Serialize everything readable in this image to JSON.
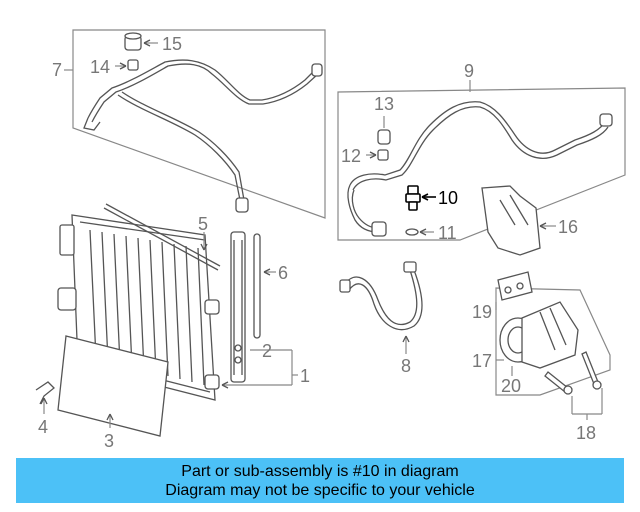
{
  "callouts": {
    "c1": "1",
    "c2": "2",
    "c3": "3",
    "c4": "4",
    "c5": "5",
    "c6": "6",
    "c7": "7",
    "c8": "8",
    "c9": "9",
    "c10": "10",
    "c11": "11",
    "c12": "12",
    "c13": "13",
    "c14": "14",
    "c15": "15",
    "c16": "16",
    "c17": "17",
    "c18": "18",
    "c19": "19",
    "c20": "20"
  },
  "highlighted_part": "10",
  "colors": {
    "banner": "#4cc1f7",
    "line": "#555555",
    "callout": "#777777"
  },
  "banner": {
    "line1": "Part or sub-assembly is #10 in diagram",
    "line2": "Diagram may not be specific to your vehicle"
  }
}
